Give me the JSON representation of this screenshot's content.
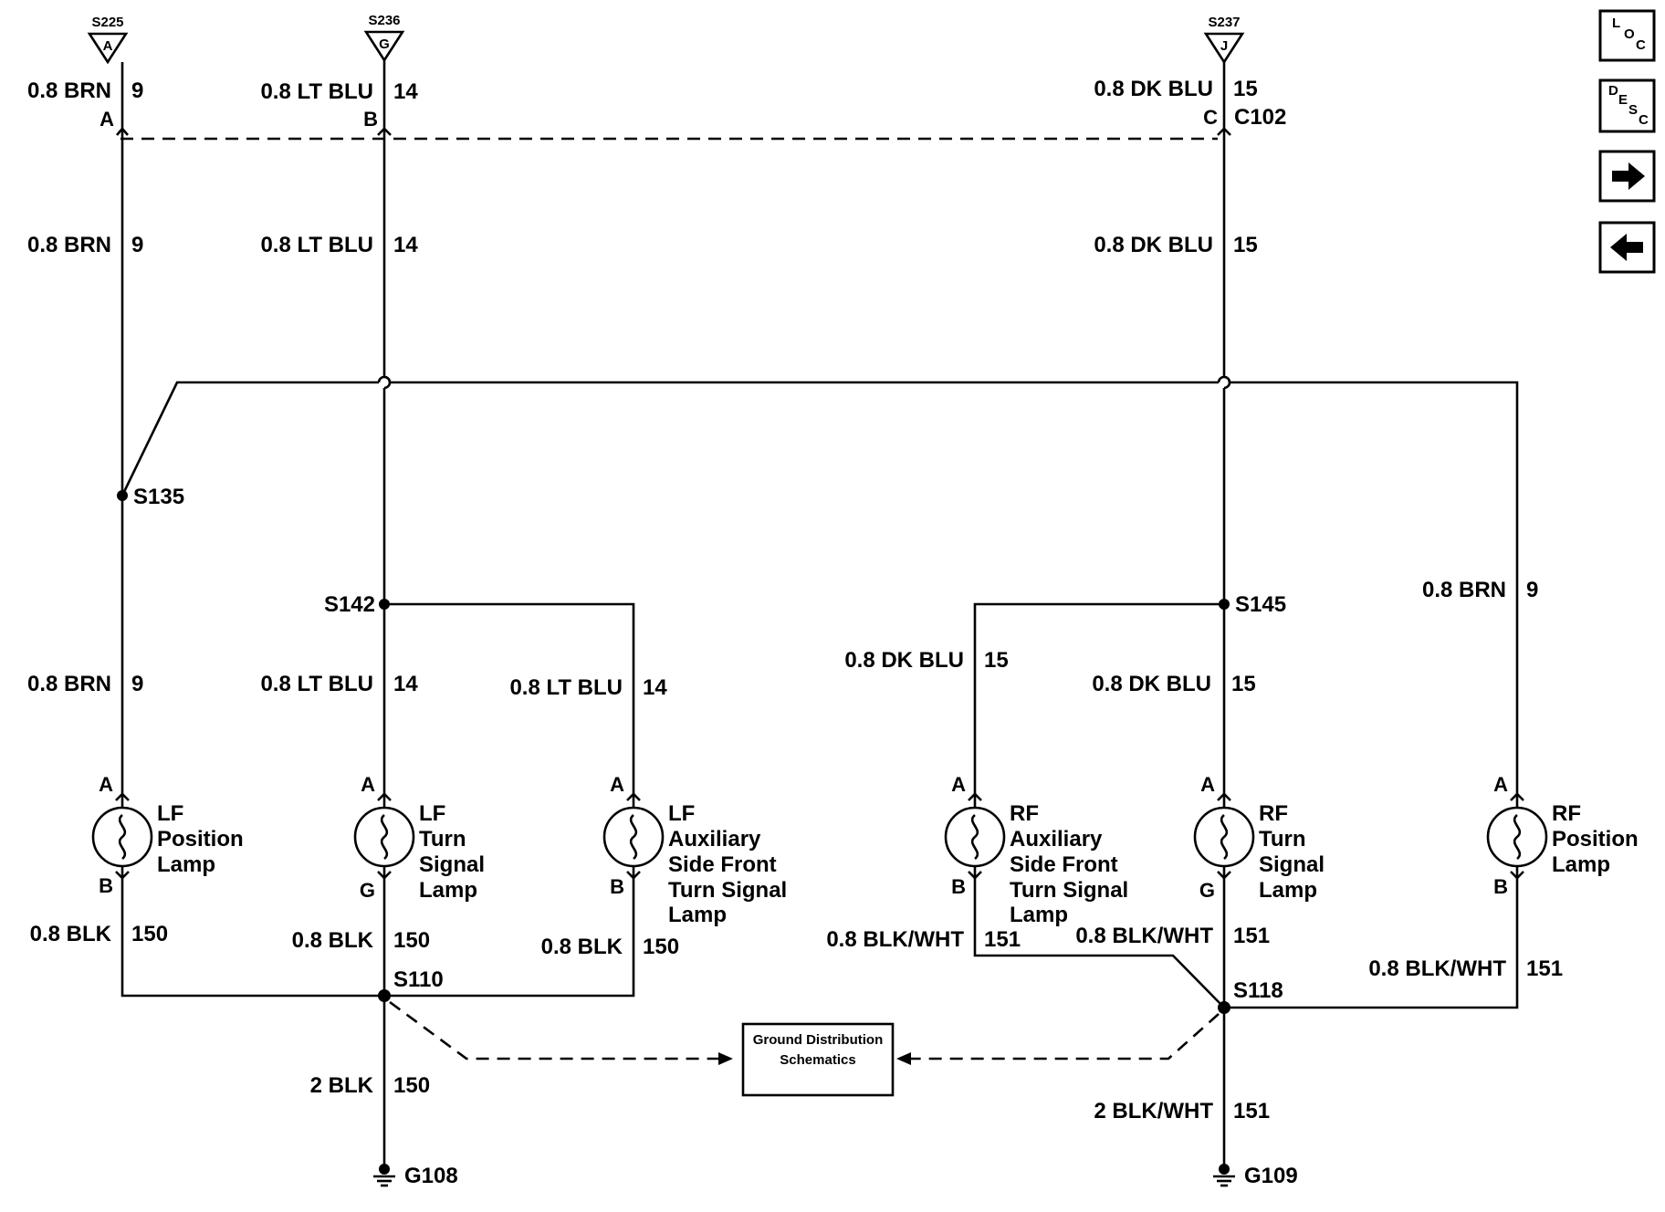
{
  "splices_top": {
    "s225": {
      "name": "S225",
      "pin": "A"
    },
    "s236": {
      "name": "S236",
      "pin": "G"
    },
    "s237": {
      "name": "S237",
      "pin": "J"
    }
  },
  "connector": {
    "name": "C102",
    "pin_a": "A",
    "pin_b": "B",
    "pin_c": "C"
  },
  "wires": {
    "brn": "0.8 BRN",
    "brn_circuit": "9",
    "ltblu": "0.8 LT BLU",
    "ltblu_circuit": "14",
    "dkblu": "0.8 DK BLU",
    "dkblu_circuit": "15",
    "blk": "0.8 BLK",
    "blk_circuit": "150",
    "blkwht": "0.8 BLK/WHT",
    "blkwht_circuit": "151",
    "blk2": "2 BLK",
    "blk2_circuit": "150",
    "blkwht2": "2 BLK/WHT",
    "blkwht2_circuit": "151"
  },
  "splices": {
    "s135": "S135",
    "s142": "S142",
    "s145": "S145",
    "s110": "S110",
    "s118": "S118"
  },
  "lamps": {
    "lf_position": {
      "lines": [
        "LF",
        "Position",
        "Lamp"
      ],
      "pin_top": "A",
      "pin_bottom": "B"
    },
    "lf_turn": {
      "lines": [
        "LF",
        "Turn",
        "Signal",
        "Lamp"
      ],
      "pin_top": "A",
      "pin_bottom": "G"
    },
    "lf_aux": {
      "lines": [
        "LF",
        "Auxiliary",
        "Side Front",
        "Turn Signal",
        "Lamp"
      ],
      "pin_top": "A",
      "pin_bottom": "B"
    },
    "rf_aux": {
      "lines": [
        "RF",
        "Auxiliary",
        "Side Front",
        "Turn Signal",
        "Lamp"
      ],
      "pin_top": "A",
      "pin_bottom": "B"
    },
    "rf_turn": {
      "lines": [
        "RF",
        "Turn",
        "Signal",
        "Lamp"
      ],
      "pin_top": "A",
      "pin_bottom": "G"
    },
    "rf_position": {
      "lines": [
        "RF",
        "Position",
        "Lamp"
      ],
      "pin_top": "A",
      "pin_bottom": "B"
    }
  },
  "grounds": {
    "g108": "G108",
    "g109": "G109"
  },
  "ground_box": {
    "line1": "Ground Distribution",
    "line2": "Schematics"
  },
  "nav": {
    "loc": {
      "l1": "L",
      "l2": "O",
      "l3": "C"
    },
    "desc": {
      "l1": "D",
      "l2": "E",
      "l3": "S",
      "l4": "C"
    }
  }
}
